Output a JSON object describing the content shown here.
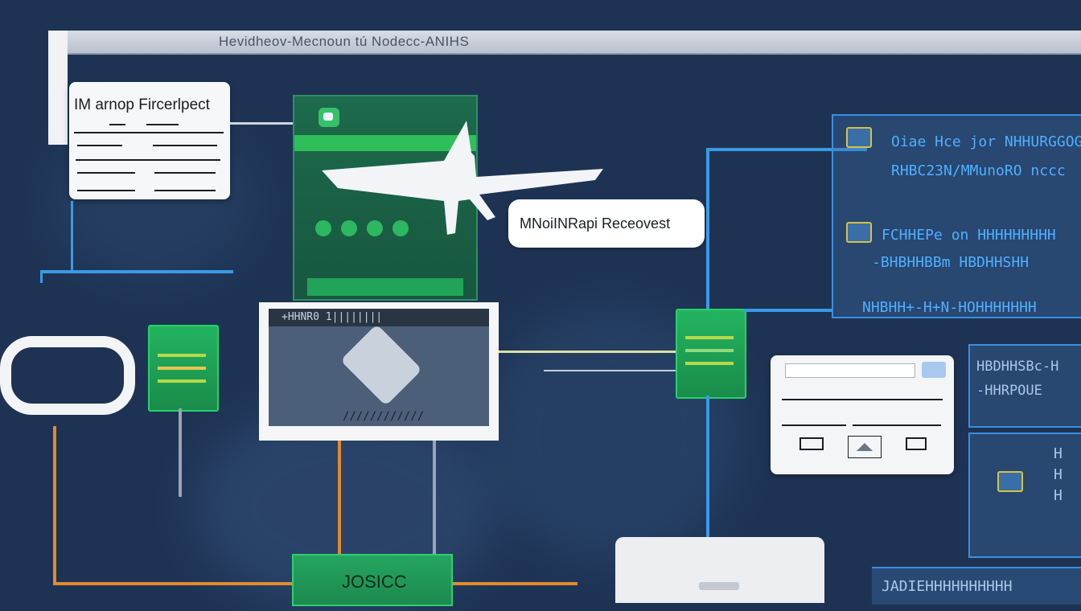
{
  "window": {
    "title": "Hevidheov-Mecnoun tú Nodecc-ANIHS"
  },
  "cards": {
    "top_left": {
      "label": "IM arnop Fircerlpect"
    },
    "speech": {
      "label": "MNoiINRapi Receovest"
    },
    "monitor_header": "+HHNR0 1||||||||",
    "monitor_footer": "////////////"
  },
  "right_panel": {
    "lines": [
      "Oiae Hce jor NHHURGGOGE",
      "RHBC23N/MMunoRO nccc",
      "FCHHEPe on HHHHHHHHH",
      "-BHBHHBBm HBDHHSHH",
      "NHBHH+-H+N-HOHHHHHHH"
    ]
  },
  "lower_right": {
    "lines": [
      "HBDHHSBc-H",
      "-HHRPOUE"
    ]
  },
  "lr2_lines": [
    "H",
    "H",
    "H"
  ],
  "josicc": {
    "label": "JOSICC"
  },
  "bottom_band": {
    "label": "JADIEHHHHHHHHHH"
  },
  "colors": {
    "background": "#1e3354",
    "accent_green": "#2fbf5a",
    "accent_blue": "#3a9ae6",
    "accent_orange": "#e28a2e"
  }
}
